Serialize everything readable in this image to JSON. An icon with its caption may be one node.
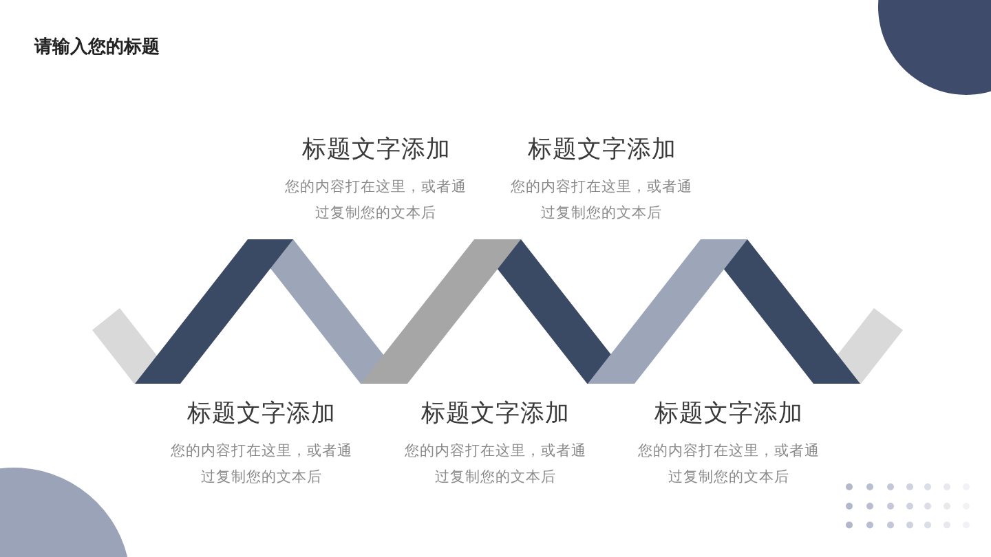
{
  "diagram": {
    "title": "请输入您的标题",
    "labels": [
      "标题文字添加",
      "您的内容打在这里，或者通过复制您的文本后",
      "标题文字添加",
      "您的内容打在这里，或者通过复制您的文本后",
      "标题文字添加",
      "您的内容打在这里，或者通过复制您的文本后",
      "标题文字添加",
      "您的内容打在这里，或者通过复制您的文本后",
      "标题文字添加",
      "您的内容打在这里，或者通过复制您的文本后"
    ]
  }
}
